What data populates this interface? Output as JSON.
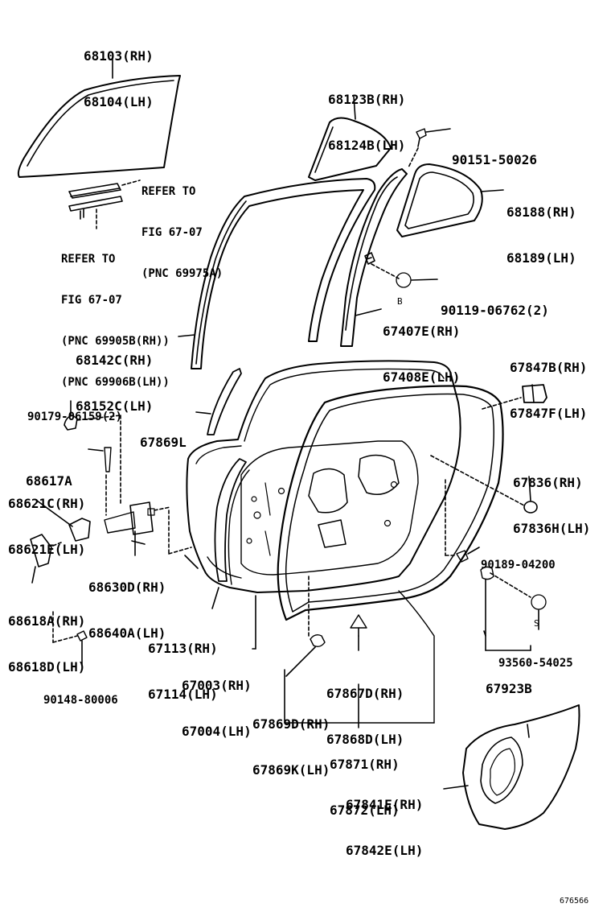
{
  "parts": {
    "p68103": [
      "68103(RH)",
      "68104(LH)"
    ],
    "p68123": [
      "68123B(RH)",
      "68124B(LH)"
    ],
    "p90151": [
      "90151-50026"
    ],
    "p68188": [
      "68188(RH)",
      "68189(LH)"
    ],
    "refer1": [
      "REFER TO",
      "FIG 67-07",
      "(PNC 69975A)"
    ],
    "refer2": [
      "REFER TO",
      "FIG 67-07",
      "(PNC 69905B(RH))",
      "(PNC 69906B(LH))"
    ],
    "p90119": [
      "90119-06762(2)"
    ],
    "p67407": [
      "67407E(RH)",
      "67408E(LH)"
    ],
    "p68142": [
      "68142C(RH)",
      "68152C(LH)"
    ],
    "p67847": [
      "67847B(RH)",
      "67847F(LH)"
    ],
    "p90179": [
      "90179-06159(2)"
    ],
    "p67869L": [
      "67869L"
    ],
    "p68617": [
      "68617A"
    ],
    "p68621": [
      "68621C(RH)",
      "68621E(LH)"
    ],
    "p67836": [
      "67836(RH)",
      "67836H(LH)"
    ],
    "p68630": [
      "68630D(RH)",
      "68640A(LH)"
    ],
    "p90189": [
      "90189-04200"
    ],
    "p68618": [
      "68618A(RH)",
      "68618D(LH)"
    ],
    "p67113": [
      "67113(RH)",
      "67114(LH)"
    ],
    "p93560": [
      "93560-54025"
    ],
    "p67003": [
      "67003(RH)",
      "67004(LH)"
    ],
    "p67867": [
      "67867D(RH)",
      "67868D(LH)"
    ],
    "p67923": [
      "67923B"
    ],
    "p90148": [
      "90148-80006"
    ],
    "p67869D": [
      "67869D(RH)",
      "67869K(LH)"
    ],
    "p67871": [
      "67871(RH)",
      "67872(LH)"
    ],
    "p67841": [
      "67841E(RH)",
      "67842E(LH)"
    ]
  },
  "markers": {
    "b": "B",
    "s": "S"
  },
  "figure_id": "676566"
}
